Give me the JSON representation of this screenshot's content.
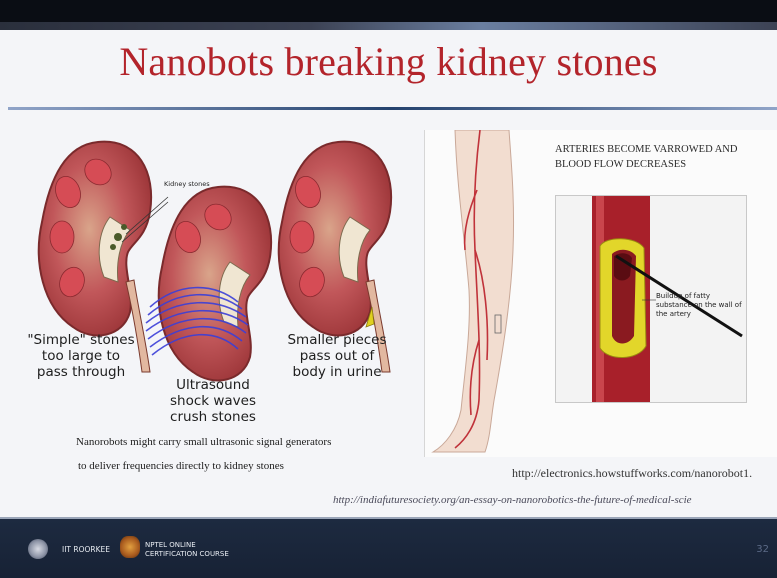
{
  "slide": {
    "title": "Nanobots breaking kidney stones",
    "page_number": "32"
  },
  "kidney_figure": {
    "label_kidney_stones": "Kidney stones",
    "caption_1": "\"Simple\" stones\ntoo large to\npass through",
    "caption_2": "Ultrasound\nshock waves\ncrush stones",
    "caption_3": "Smaller pieces\npass out of\nbody in urine",
    "note_line_1": "Nanorobots might carry small ultrasonic signal generators",
    "note_line_2": "to deliver frequencies directly to kidney stones"
  },
  "artery_figure": {
    "heading": "ARTERIES BECOME VARROWED AND\nBLOOD FLOW DECREASES",
    "inset_label": "Buildup of fatty substance on the wall of the artery"
  },
  "sources": {
    "url_1": "http://electronics.howstuffworks.com/nanorobot1.",
    "url_2": "http://indiafuturesociety.org/an-essay-on-nanorobotics-the-future-of-medical-scie"
  },
  "footer": {
    "left_label": "IIT ROORKEE",
    "right_label_1": "NPTEL ONLINE",
    "right_label_2": "CERTIFICATION COURSE"
  },
  "colors": {
    "title": "#b3242b",
    "footer_bg": "#1d2a40",
    "kidney_tissue": "#b8474a",
    "artery": "#a8202a",
    "plaque": "#e2d62a"
  }
}
